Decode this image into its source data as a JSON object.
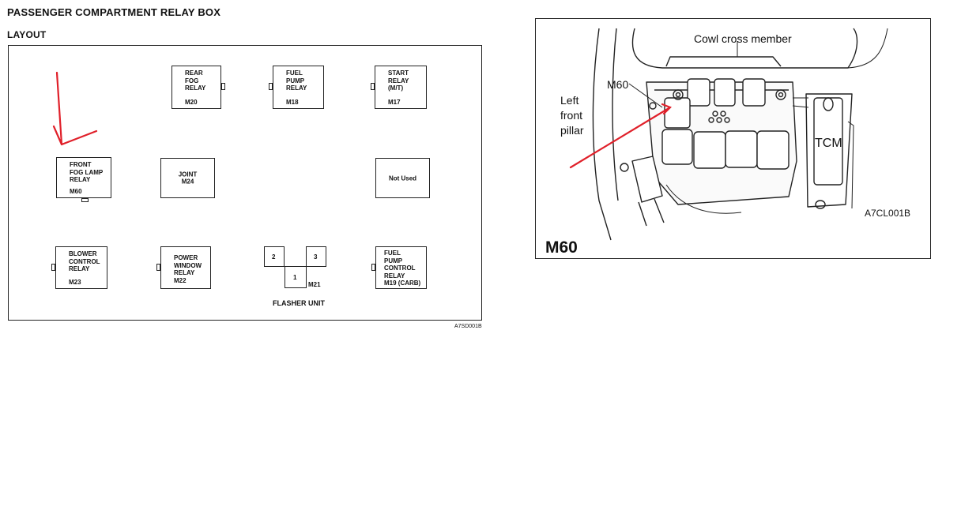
{
  "left": {
    "title": "PASSENGER COMPARTMENT RELAY BOX",
    "subtitle": "LAYOUT",
    "figure_code": "A7SD001B",
    "relays": {
      "rear_fog": {
        "name": "REAR\nFOG\nRELAY",
        "code": "M20"
      },
      "fuel_pump": {
        "name": "FUEL\nPUMP\nRELAY",
        "code": "M18"
      },
      "start": {
        "name": "START\nRELAY\n(M/T)",
        "code": "M17"
      },
      "front_fog": {
        "name": "FRONT\nFOG LAMP\nRELAY",
        "code": "M60"
      },
      "joint": {
        "name": "JOINT\nM24"
      },
      "not_used": {
        "name": "Not Used"
      },
      "blower": {
        "name": "BLOWER\nCONTROL\nRELAY",
        "code": "M23"
      },
      "power_window": {
        "name": "POWER\nWINDOW\nRELAY\nM22"
      },
      "fuel_pump_control": {
        "name": "FUEL\nPUMP\nCONTROL\nRELAY\nM19 (CARB)"
      }
    },
    "flasher": {
      "cell1": "1",
      "cell2": "2",
      "cell3": "3",
      "code": "M21",
      "label": "FLASHER UNIT"
    }
  },
  "right": {
    "label_cowl": "Cowl cross member",
    "label_m60": "M60",
    "label_pillar": "Left\nfront\npillar",
    "label_tcm": "TCM",
    "figure_code": "A7CL001B",
    "caption": "M60"
  },
  "colors": {
    "annotation": "#e0202a",
    "ink": "#222222"
  }
}
